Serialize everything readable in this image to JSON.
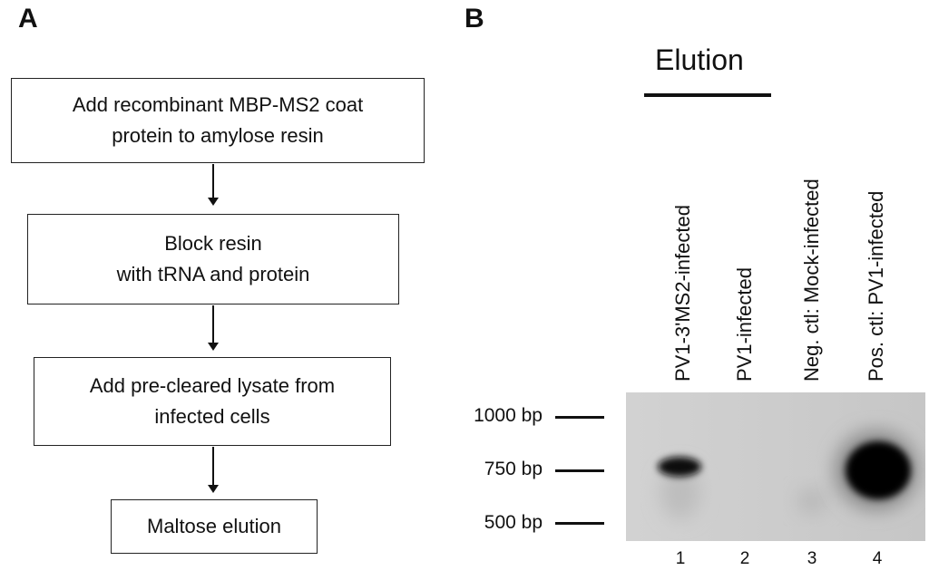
{
  "panelA": {
    "label": "A",
    "steps": [
      {
        "lines": [
          "Add recombinant MBP-MS2 coat",
          "protein to amylose resin"
        ]
      },
      {
        "lines": [
          "Block resin",
          "with tRNA and protein"
        ]
      },
      {
        "lines": [
          "Add pre-cleared lysate from",
          "infected cells"
        ]
      },
      {
        "lines": [
          "Maltose elution"
        ]
      }
    ]
  },
  "panelB": {
    "label": "B",
    "elution_label": "Elution",
    "lanes": [
      {
        "number": "1",
        "label": "PV1-3'MS2-infected"
      },
      {
        "number": "2",
        "label": "PV1-infected"
      },
      {
        "number": "3",
        "label": "Neg. ctl: Mock-infected"
      },
      {
        "number": "4",
        "label": "Pos. ctl: PV1-infected"
      }
    ],
    "markers": [
      {
        "label": "1000 bp"
      },
      {
        "label": "750 bp"
      },
      {
        "label": "500 bp"
      }
    ],
    "gel_background": "#cfcfcf",
    "band_color": "#050505"
  }
}
